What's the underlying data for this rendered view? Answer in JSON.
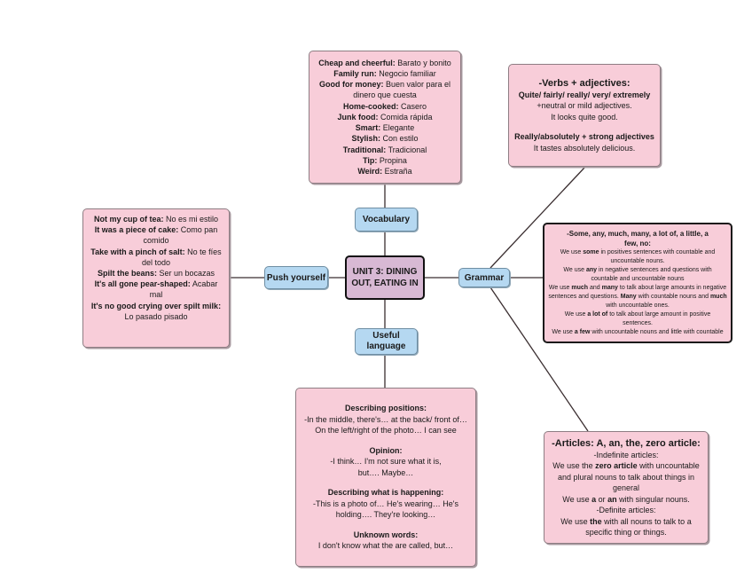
{
  "central_topic": {
    "line1": "UNIT 3: DINING",
    "line2": "OUT, EATING IN"
  },
  "branches": {
    "vocabulary": "Vocabulary",
    "push_yourself": "Push yourself",
    "grammar": "Grammar",
    "useful_language": {
      "line1": "Useful",
      "line2": "language"
    }
  },
  "vocabulary_box": {
    "items": [
      {
        "term": "Cheap and cheerful:",
        "translation": " Barato y bonito"
      },
      {
        "term": "Family run:",
        "translation": " Negocio familiar"
      },
      {
        "term": "Good  for money:",
        "translation": " Buen valor para el dinero que cuesta"
      },
      {
        "term": "Home-cooked:",
        "translation": " Casero"
      },
      {
        "term": "Junk food:",
        "translation": " Comida rápida"
      },
      {
        "term": "Smart:",
        "translation": " Elegante"
      },
      {
        "term": "Stylish:",
        "translation": "  Con estilo"
      },
      {
        "term": "Traditional:",
        "translation": " Tradicional"
      },
      {
        "term": "Tip:",
        "translation": " Propina"
      },
      {
        "term": "Weird:",
        "translation": " Estraña"
      }
    ]
  },
  "idioms_box": {
    "items": [
      {
        "term": "Not my cup of tea:",
        "translation": " No es mi estilo"
      },
      {
        "term": "It was a piece of cake:",
        "translation": " Como pan comido"
      },
      {
        "term": "Take with a pinch of salt:",
        "translation": " No te fíes del todo"
      },
      {
        "term": "Spilt the beans:",
        "translation": " Ser un bocazas"
      },
      {
        "term": "It's all gone pear-shaped:",
        "translation": " Acabar mal"
      },
      {
        "term": "It's no good crying over spilt milk:",
        "translation": " Lo pasado pisado"
      }
    ]
  },
  "verbs_box": {
    "title": "-Verbs + adjectives:",
    "line1": "Quite/ fairly/ really/ very/ extremely",
    "line2": "+neutral or mild adjectives.",
    "line3": "It looks quite good.",
    "line4": "Really/absolutely + strong adjectives",
    "line5": "It tastes absolutely delicious."
  },
  "quantifiers_box": {
    "title": "-Some, any, much, many, a lot of, a little, a few, no:",
    "p1": {
      "a": "We use ",
      "b": "some",
      "c": " in positives sentences with countable and uncountable nouns."
    },
    "p2": {
      "a": "We use ",
      "b": "any",
      "c": " in negative sentences and questions with countable and uncountable nouns"
    },
    "p3": {
      "a": "We use ",
      "b": "much",
      "c": " and ",
      "d": "many",
      "e": " to talk about large amounts in negative sentences and questions. ",
      "f": "Many",
      "g": " with countable nouns and ",
      "h": "much",
      "i": " with uncountable ones."
    },
    "p4": {
      "a": "We use ",
      "b": "a lot of",
      "c": " to talk about large amount in positive sentences."
    },
    "p5": {
      "a": "We use ",
      "b": "a few",
      "c": " with uncountable nouns and little with countable"
    }
  },
  "articles_box": {
    "title": "-Articles: A, an, the, zero article:",
    "indefinite": "-Indefinite articles:",
    "p1": {
      "a": "We use the ",
      "b": "zero article",
      "c": " with uncountable and plural nouns to talk about things in general"
    },
    "p2": {
      "a": "We use ",
      "b": "a",
      "c": " or ",
      "d": "an",
      "e": " with singular nouns."
    },
    "definite": "-Definite articles:",
    "p3": {
      "a": "We use ",
      "b": "the",
      "c": " with all nouns to talk to a specific thing or things."
    }
  },
  "useful_language_box": {
    "sections": [
      {
        "heading": "Describing positions:",
        "text": "-In the middle, there's… at the back/ front of… On the left/right of the photo… I can see"
      },
      {
        "heading": "Opinion:",
        "text": "-I think… I'm not sure what it is, but…. Maybe…"
      },
      {
        "heading": "Describing what is happening:",
        "text": "-This is a photo of… He's wearing… He's holding…. They're looking…"
      },
      {
        "heading": "Unknown words:",
        "text": "I don't know what the are called, but…"
      }
    ]
  },
  "colors": {
    "detail_box": "#f8cdd9",
    "branch_box": "#b5d8f1",
    "central_box": "#d8b9d4",
    "connector": "#3a2e30"
  }
}
